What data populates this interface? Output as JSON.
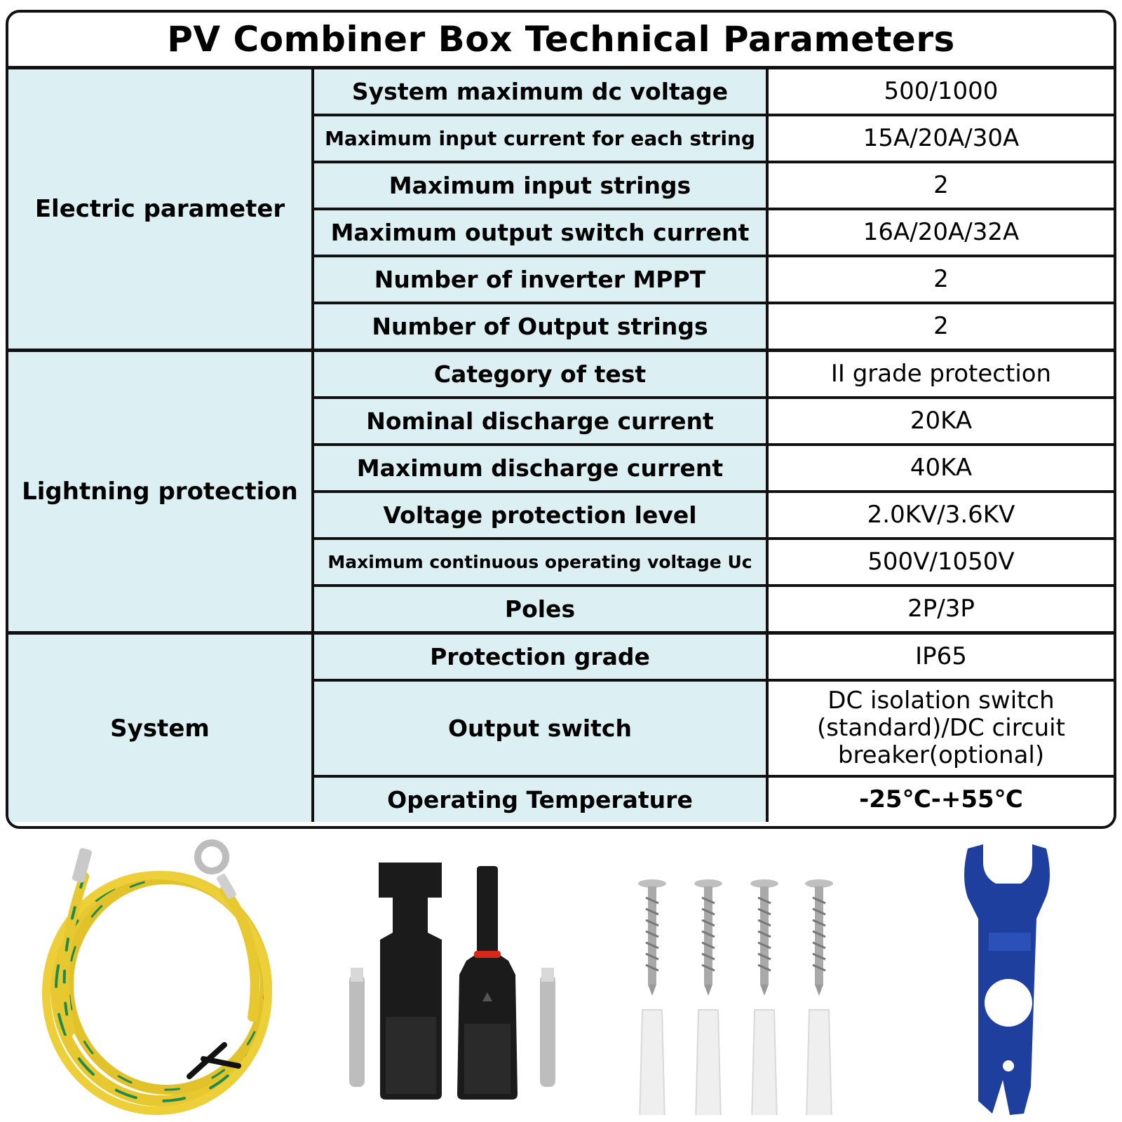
{
  "title": "PV Combiner Box Technical Parameters",
  "groups": [
    {
      "label": "Electric parameter",
      "rows": [
        {
          "param": "System maximum dc voltage",
          "value": "500/1000"
        },
        {
          "param": "Maximum input current for each string",
          "value": "15A/20A/30A"
        },
        {
          "param": "Maximum input strings",
          "value": "2"
        },
        {
          "param": "Maximum output switch current",
          "value": "16A/20A/32A"
        },
        {
          "param": "Number of inverter MPPT",
          "value": "2"
        },
        {
          "param": "Number of Output strings",
          "value": "2"
        }
      ]
    },
    {
      "label": "Lightning protection",
      "rows": [
        {
          "param": "Category of test",
          "value": "II grade protection"
        },
        {
          "param": "Nominal discharge current",
          "value": "20KA"
        },
        {
          "param": "Maximum discharge current",
          "value": "40KA"
        },
        {
          "param": "Voltage protection level",
          "value": "2.0KV/3.6KV"
        },
        {
          "param": "Maximum continuous operating voltage Uc",
          "value": "500V/1050V"
        },
        {
          "param": "Poles",
          "value": "2P/3P"
        }
      ]
    },
    {
      "label": "System",
      "rows": [
        {
          "param": "Protection grade",
          "value": "IP65"
        },
        {
          "param": "Output switch",
          "value": "DC isolation switch (standard)/DC circuit breaker(optional)"
        },
        {
          "param": "Operating Temperature",
          "value": "-25℃-+55℃"
        }
      ]
    }
  ],
  "colors": {
    "label_background": "#dcf0f4",
    "border": "#111111",
    "ground_wire_yellow": "#e8c830",
    "ground_wire_green": "#1f8a4c",
    "wrench_blue": "#1f3f9e"
  }
}
